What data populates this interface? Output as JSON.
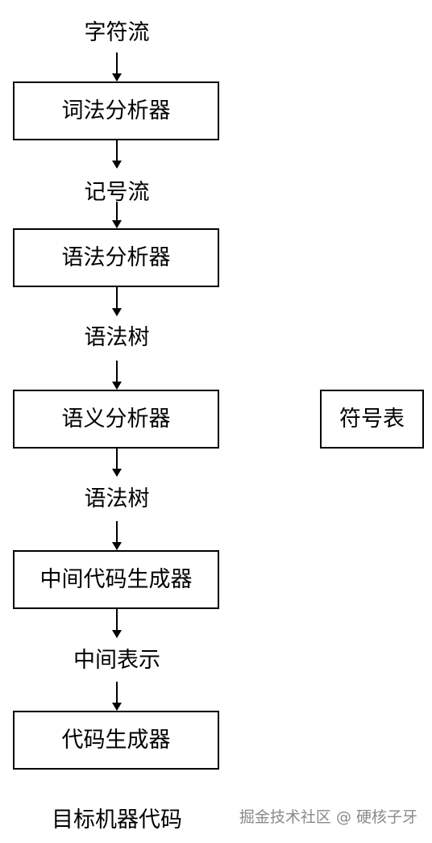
{
  "flow": {
    "input_label": "字符流",
    "stage1": "词法分析器",
    "out1": "记号流",
    "stage2": "语法分析器",
    "out2": "语法树",
    "stage3": "语义分析器",
    "out3": "语法树",
    "stage4": "中间代码生成器",
    "out4": "中间表示",
    "stage5": "代码生成器",
    "output_label": "目标机器代码"
  },
  "side": {
    "symbol_table": "符号表"
  },
  "watermark": "掘金技术社区 @ 硬核子牙"
}
